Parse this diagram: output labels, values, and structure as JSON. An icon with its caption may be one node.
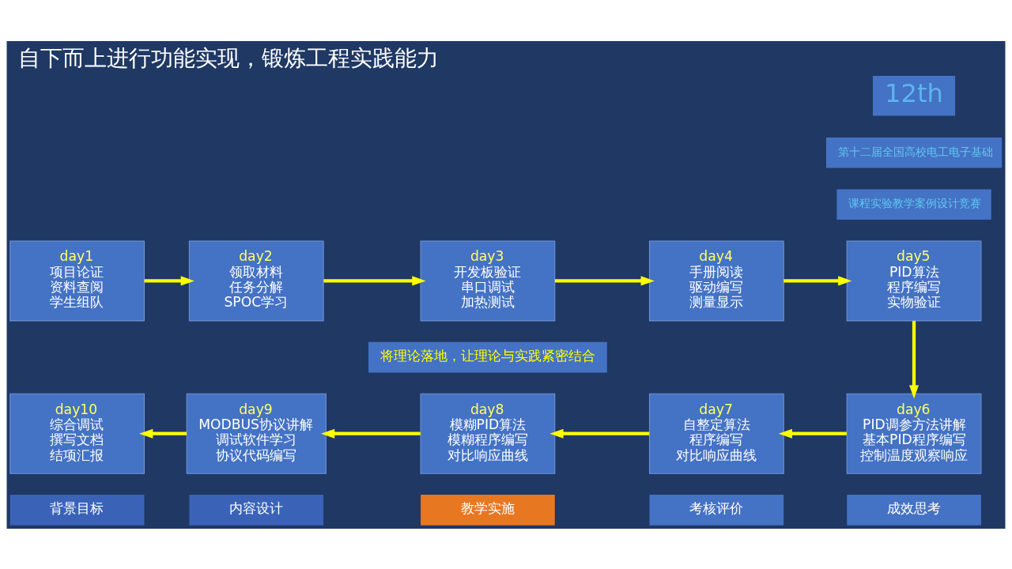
{
  "diagram": {
    "title": "自下而上进行功能实现，锻炼工程实践能力",
    "nodes": [
      {
        "text": [
          "day1",
          "项目论证",
          "资料查阅",
          "学生组队"
        ]
      },
      {
        "text": [
          "day2",
          "领取材料",
          "任务分解",
          "SPOC学习"
        ]
      },
      {
        "text": [
          "day3",
          "开发板验证",
          "串口调试",
          "加热测试"
        ]
      },
      {
        "text": [
          "day4",
          "手册阅读",
          "驱动编写",
          "测量显示"
        ]
      },
      {
        "text": [
          "day5",
          "PID算法",
          "程序编写",
          "实物验证"
        ]
      },
      {
        "text": [
          "day6",
          "PID调参方法讲解",
          "基本PID程序编写",
          "控制温度观察响应"
        ]
      },
      {
        "text": [
          "day7",
          "自整定算法",
          "程序编写",
          "对比响应曲线"
        ]
      },
      {
        "text": [
          "day8",
          "模糊PID算法",
          "模糊程序编写",
          "对比响应曲线"
        ]
      },
      {
        "text": [
          "day9",
          "MODBUS协议讲解",
          "调试软件学习",
          "协议代码编写"
        ]
      },
      {
        "text": [
          "day10",
          "综合调试",
          "撰写文档",
          "结项汇报"
        ]
      }
    ],
    "edges": [
      {
        "from": 0,
        "to": 1,
        "arrow": "to"
      },
      {
        "from": 1,
        "to": 2,
        "arrow": "to"
      },
      {
        "from": 2,
        "to": 3,
        "arrow": "to"
      },
      {
        "from": 3,
        "to": 4,
        "arrow": "to"
      },
      {
        "from": 4,
        "to": 5,
        "arrow": "to"
      },
      {
        "from": 5,
        "to": 6,
        "arrow": "to"
      },
      {
        "from": 6,
        "to": 7,
        "arrow": "to"
      },
      {
        "from": 7,
        "to": 8,
        "arrow": "to"
      },
      {
        "from": 8,
        "to": 9,
        "arrow": "to"
      }
    ],
    "labels": [
      "12th",
      "第十二届全国高校电工电子基础",
      "课程实验教学案例设计竞赛",
      "将理论落地，让理论与实践紧密结合",
      "背景目标",
      "内容设计",
      "教学实施",
      "考核评价",
      "成效思考"
    ]
  }
}
